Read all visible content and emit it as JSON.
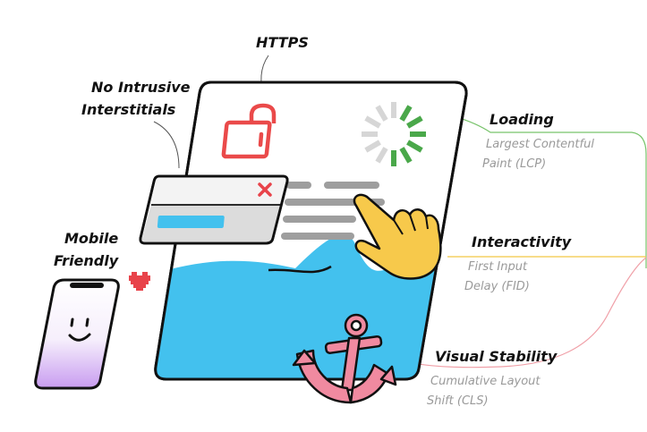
{
  "labels": {
    "https": "HTTPS",
    "interstitials_line1": "No Intrusive",
    "interstitials_line2": "Interstitials",
    "mobile_line1": "Mobile",
    "mobile_line2": "Friendly"
  },
  "vitals": [
    {
      "name": "Loading",
      "line1": "Largest Contentful",
      "line2": "Paint (LCP)",
      "color": "#77c36a"
    },
    {
      "name": "Interactivity",
      "line1": "First Input",
      "line2": "Delay (FID)",
      "color": "#f2c744"
    },
    {
      "name": "Visual Stability",
      "line1": "Cumulative Layout",
      "line2": "Shift (CLS)",
      "color": "#f0a0a8"
    }
  ],
  "colors": {
    "lock": "#ea4a4a",
    "spinner_active": "#4aa84a",
    "spinner_idle": "#d6d6d6",
    "wave": "#43c1ee",
    "hand": "#f7c94b",
    "anchor": "#f08aa0",
    "heart": "#e8434a",
    "popup_button": "#43c1ee",
    "close_x": "#e8434a",
    "outline": "#111111"
  },
  "icons": [
    "lock-icon",
    "spinner-icon",
    "hand-pointer-icon",
    "anchor-icon",
    "heart-icon",
    "close-icon",
    "smiley-face-icon"
  ]
}
